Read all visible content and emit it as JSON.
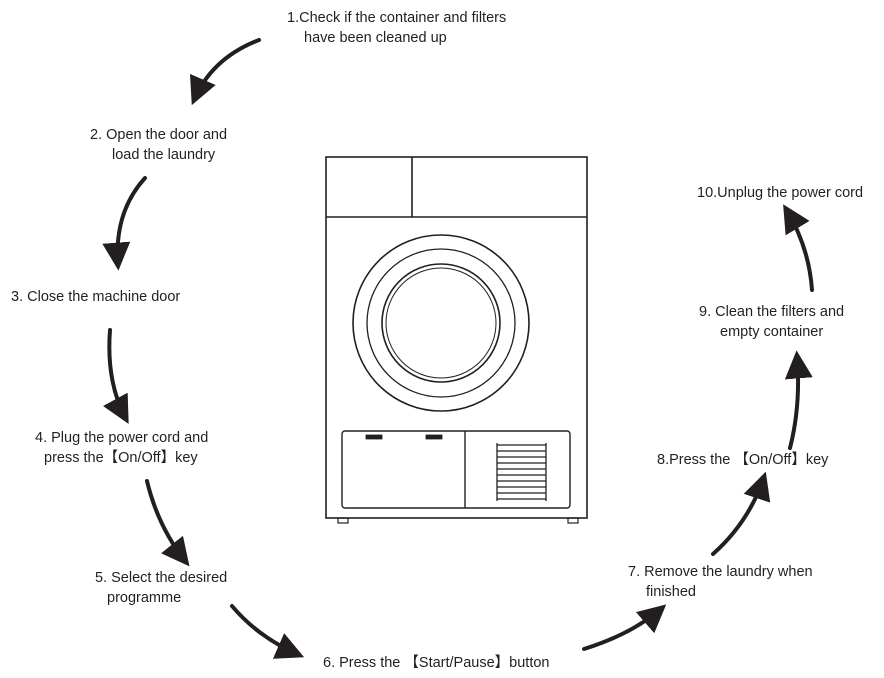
{
  "steps": [
    {
      "lines": [
        "1.Check if the container and filters",
        "have been cleaned up"
      ]
    },
    {
      "lines": [
        "2. Open the door and",
        "load the laundry"
      ]
    },
    {
      "lines": [
        "3. Close the machine door"
      ]
    },
    {
      "lines": [
        "4. Plug the power cord and",
        "press the【On/Off】key"
      ]
    },
    {
      "lines": [
        "5. Select the desired",
        "programme"
      ]
    },
    {
      "lines": [
        "6. Press the 【Start/Pause】button"
      ]
    },
    {
      "lines": [
        "7. Remove the laundry when",
        "finished"
      ]
    },
    {
      "lines": [
        "8.Press the 【On/Off】key"
      ]
    },
    {
      "lines": [
        "9. Clean the filters and",
        "empty container"
      ]
    },
    {
      "lines": [
        "10.Unplug the power cord"
      ]
    }
  ],
  "colors": {
    "ink": "#231f20",
    "background": "#ffffff"
  }
}
